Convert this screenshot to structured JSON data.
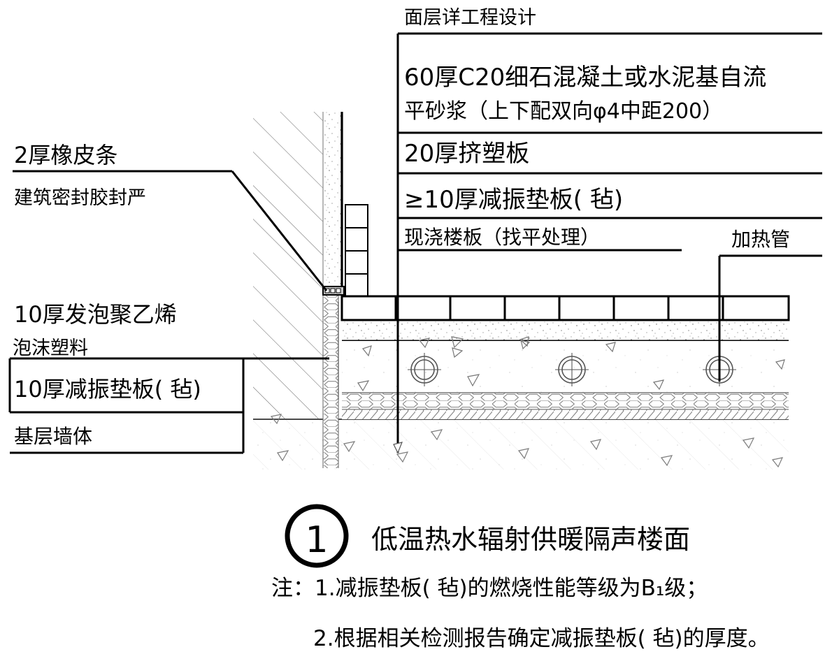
{
  "drawing": {
    "title": "低温热水辐射供暖隔声楼面",
    "detail_number": "1",
    "right_labels": [
      {
        "id": "surface-layer",
        "text": "面层详工程设计"
      },
      {
        "id": "concrete-screed-line1",
        "text": "60厚C20细石混凝土或水泥基自流"
      },
      {
        "id": "concrete-screed-line2",
        "text": "平砂浆（上下配双向φ4中距200）"
      },
      {
        "id": "xps-board",
        "text": "20厚挤塑板"
      },
      {
        "id": "damping-pad",
        "text": "≥10厚减振垫板( 毡)"
      },
      {
        "id": "cast-in-place-slab",
        "text": "现浇楼板（找平处理）"
      },
      {
        "id": "heating-pipe",
        "text": "加热管"
      }
    ],
    "left_labels": [
      {
        "id": "rubber-strip",
        "text": "2厚橡皮条"
      },
      {
        "id": "sealant",
        "text": "建筑密封胶封严"
      },
      {
        "id": "foamed-polyethylene-line1",
        "text": "10厚发泡聚乙烯"
      },
      {
        "id": "foamed-polyethylene-line2",
        "text": "泡沫塑料"
      },
      {
        "id": "damping-pad-wall",
        "text": "10厚减振垫板( 毡)"
      },
      {
        "id": "base-wall",
        "text": "基层墙体"
      }
    ],
    "notes": [
      {
        "id": "note-1",
        "text": "注：1.减振垫板( 毡)的燃烧性能等级为B₁级；"
      },
      {
        "id": "note-2",
        "text": "2.根据相关检测报告确定减振垫板( 毡)的厚度。"
      }
    ],
    "colors": {
      "ink": "#000000",
      "hatch": "#6a6a6a",
      "stipple": "#9a9a9a",
      "paper": "#ffffff"
    }
  }
}
